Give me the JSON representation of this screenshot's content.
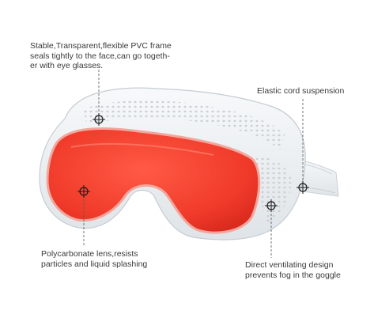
{
  "callouts": {
    "frame": {
      "text": "Stable,Transparent,flexible PVC frame\nseals tightly to the face,can go togeth-\ner with eye glasses."
    },
    "strap": {
      "text": "Elastic cord suspension"
    },
    "lens": {
      "text": "Polycarbonate lens,resists\nparticles and liquid splashing"
    },
    "vent": {
      "text": "Direct ventilating design\nprevents fog in the goggle"
    }
  },
  "colors": {
    "lens": "#f03a2a",
    "frame": "#e9edf0",
    "strap": "#dfe4e8",
    "marker": "#1a1a1a",
    "text": "#3a3a3a"
  },
  "icons": [
    "crosshair-marker-icon"
  ]
}
